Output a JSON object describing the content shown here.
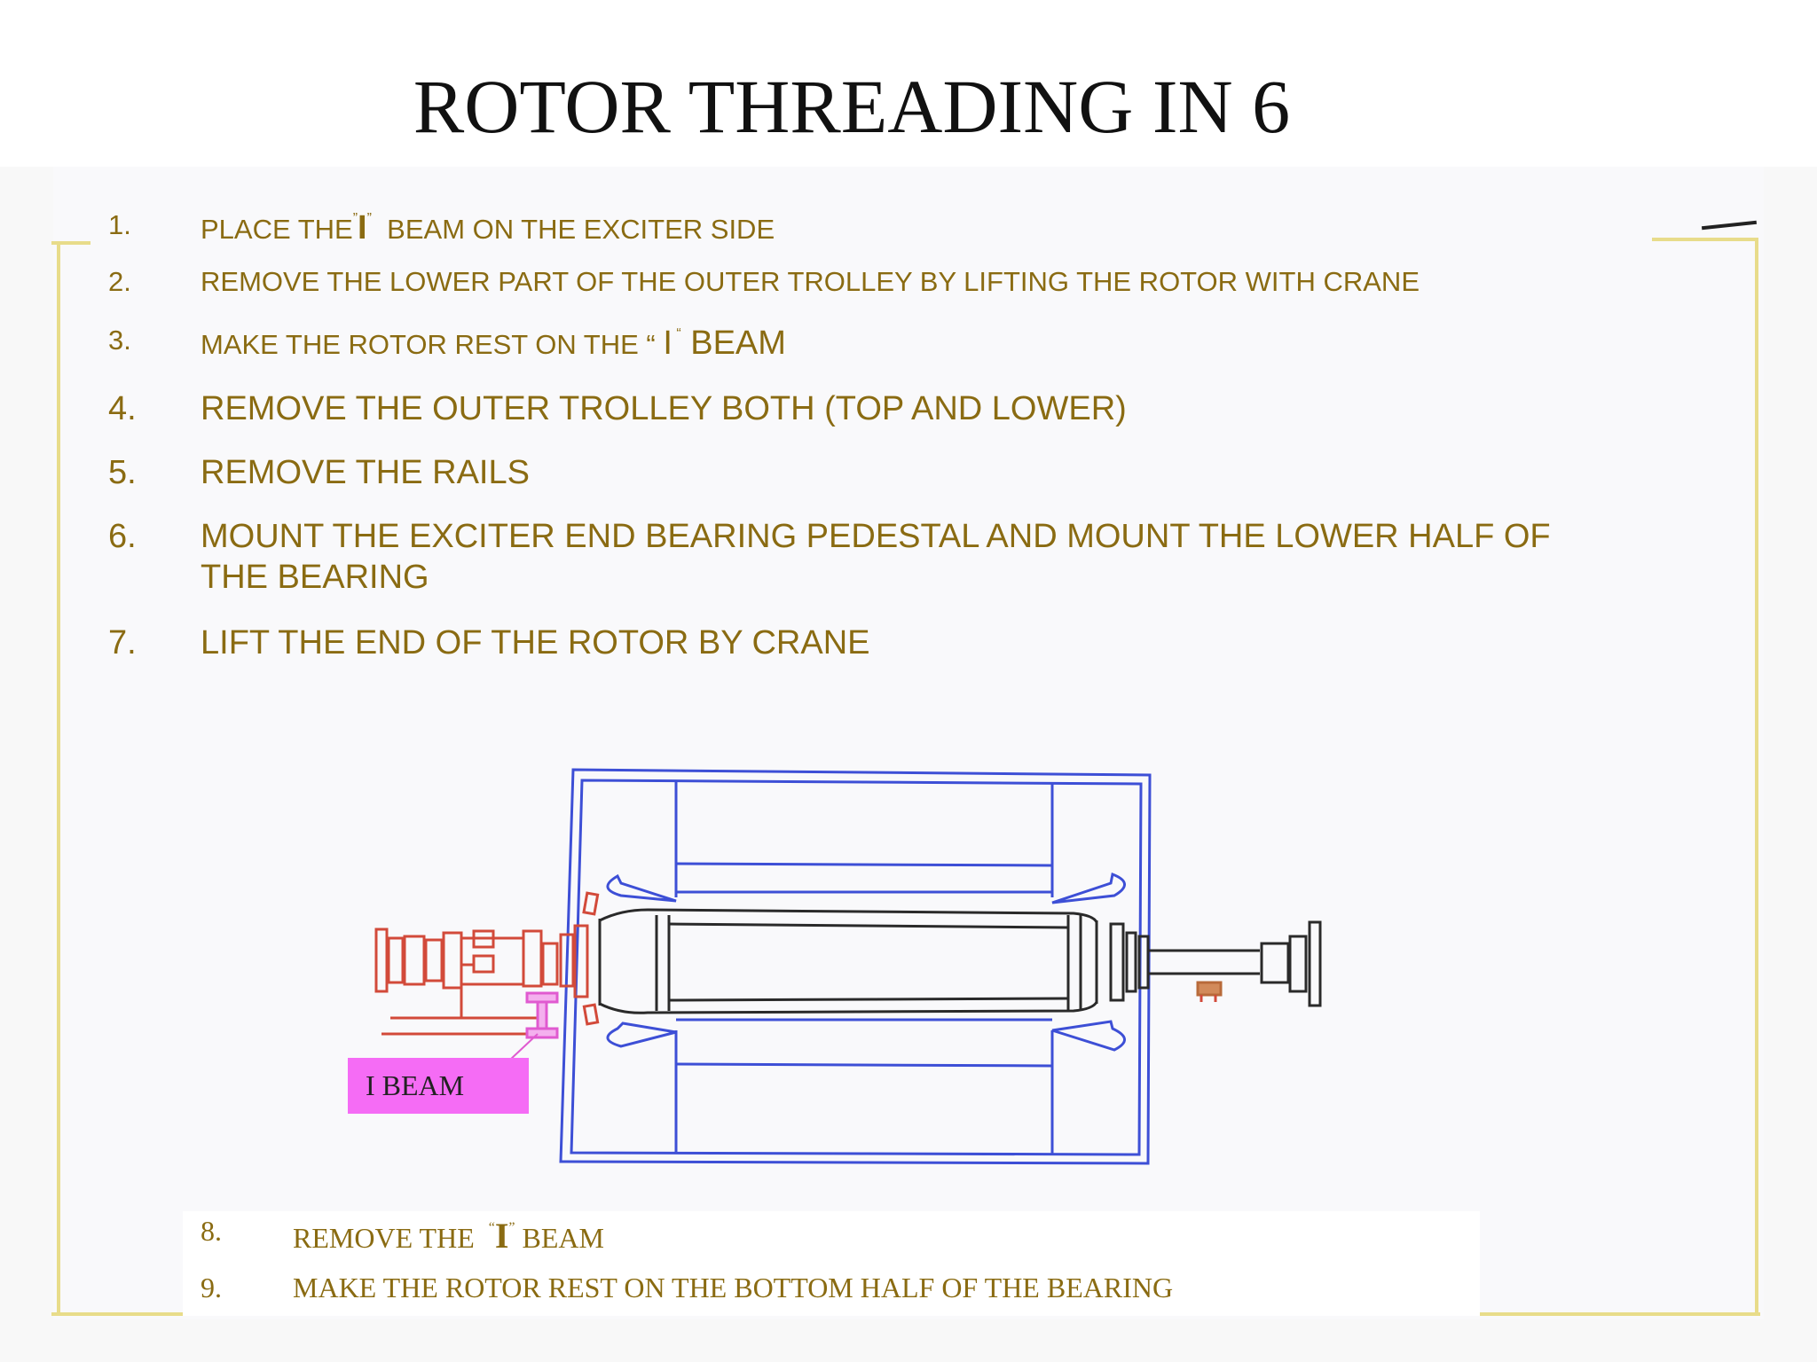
{
  "title": "ROTOR THREADING IN  6",
  "steps": [
    {
      "num": "1.",
      "pre": "PLACE THE",
      "q1": "”",
      "i": "I",
      "q2": "”",
      "post": "  BEAM ON THE EXCITER SIDE"
    },
    {
      "num": "2.",
      "text": "REMOVE THE LOWER PART OF THE OUTER TROLLEY BY LIFTING THE ROTOR WITH CRANE"
    },
    {
      "num": "3.",
      "pre": "MAKE THE ROTOR REST ON THE “ ",
      "i": "I",
      "q2": " “",
      "post": " BEAM"
    },
    {
      "num": "4.",
      "text": "REMOVE THE OUTER TROLLEY BOTH (TOP AND LOWER)"
    },
    {
      "num": "5.",
      "text": "REMOVE THE RAILS"
    },
    {
      "num": "6.",
      "line1": "MOUNT THE EXCITER END BEARING PEDESTAL AND MOUNT THE LOWER HALF OF",
      "line2": "THE BEARING"
    },
    {
      "num": "7.",
      "text": "LIFT THE END OF THE ROTOR BY CRANE"
    },
    {
      "num": "8.",
      "pre": "REMOVE THE  ",
      "q1": "“",
      "i": "I",
      "q2": "”",
      "post": " BEAM"
    },
    {
      "num": "9.",
      "text": "MAKE THE ROTOR REST ON THE BOTTOM HALF OF THE BEARING"
    }
  ],
  "diagram": {
    "label": "I BEAM",
    "colors": {
      "stator": "#3d4fd6",
      "rotor": "#2a2a2a",
      "exciter": "#d24a3a",
      "beam": "#e05ad0",
      "label_bg": "#f56cf5"
    }
  },
  "colors": {
    "step_text": "#8a6b12",
    "frame": "#e8dc8a"
  }
}
